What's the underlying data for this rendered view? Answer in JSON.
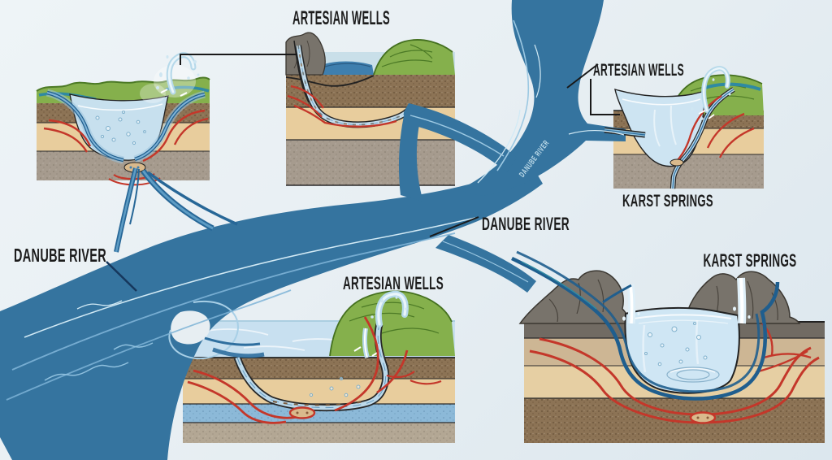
{
  "diagram": {
    "type": "hydrogeology-illustration",
    "labels": [
      {
        "id": "artesian-wells-top",
        "text": "ARTESIAN WELLS"
      },
      {
        "id": "artesian-wells-right",
        "text": "ARTESIAN WELLS"
      },
      {
        "id": "karst-springs-top",
        "text": "KARST SPRINGS"
      },
      {
        "id": "danube-river-center",
        "text": "DANUBE RIVER"
      },
      {
        "id": "danube-river-left",
        "text": "DANUBE RIVER"
      },
      {
        "id": "artesian-wells-bottom",
        "text": "ARTESIAN WELLS"
      },
      {
        "id": "karst-springs-bottom",
        "text": "KARST SPRINGS"
      },
      {
        "id": "river-watermark",
        "text": "DANUBE RIVER"
      }
    ],
    "colors": {
      "river": "#35749f",
      "river-deep": "#276797",
      "water": "#c9e2f0",
      "grass": "#85b04c",
      "tan": "#e8cd9d",
      "brown": "#8c7355",
      "gray": "#a69b8e",
      "red": "#c4372a",
      "aquifer": "#8cb9d8",
      "rock": "#78736b",
      "label": "#1c1c1c",
      "bg": "#e9f0f4"
    }
  }
}
